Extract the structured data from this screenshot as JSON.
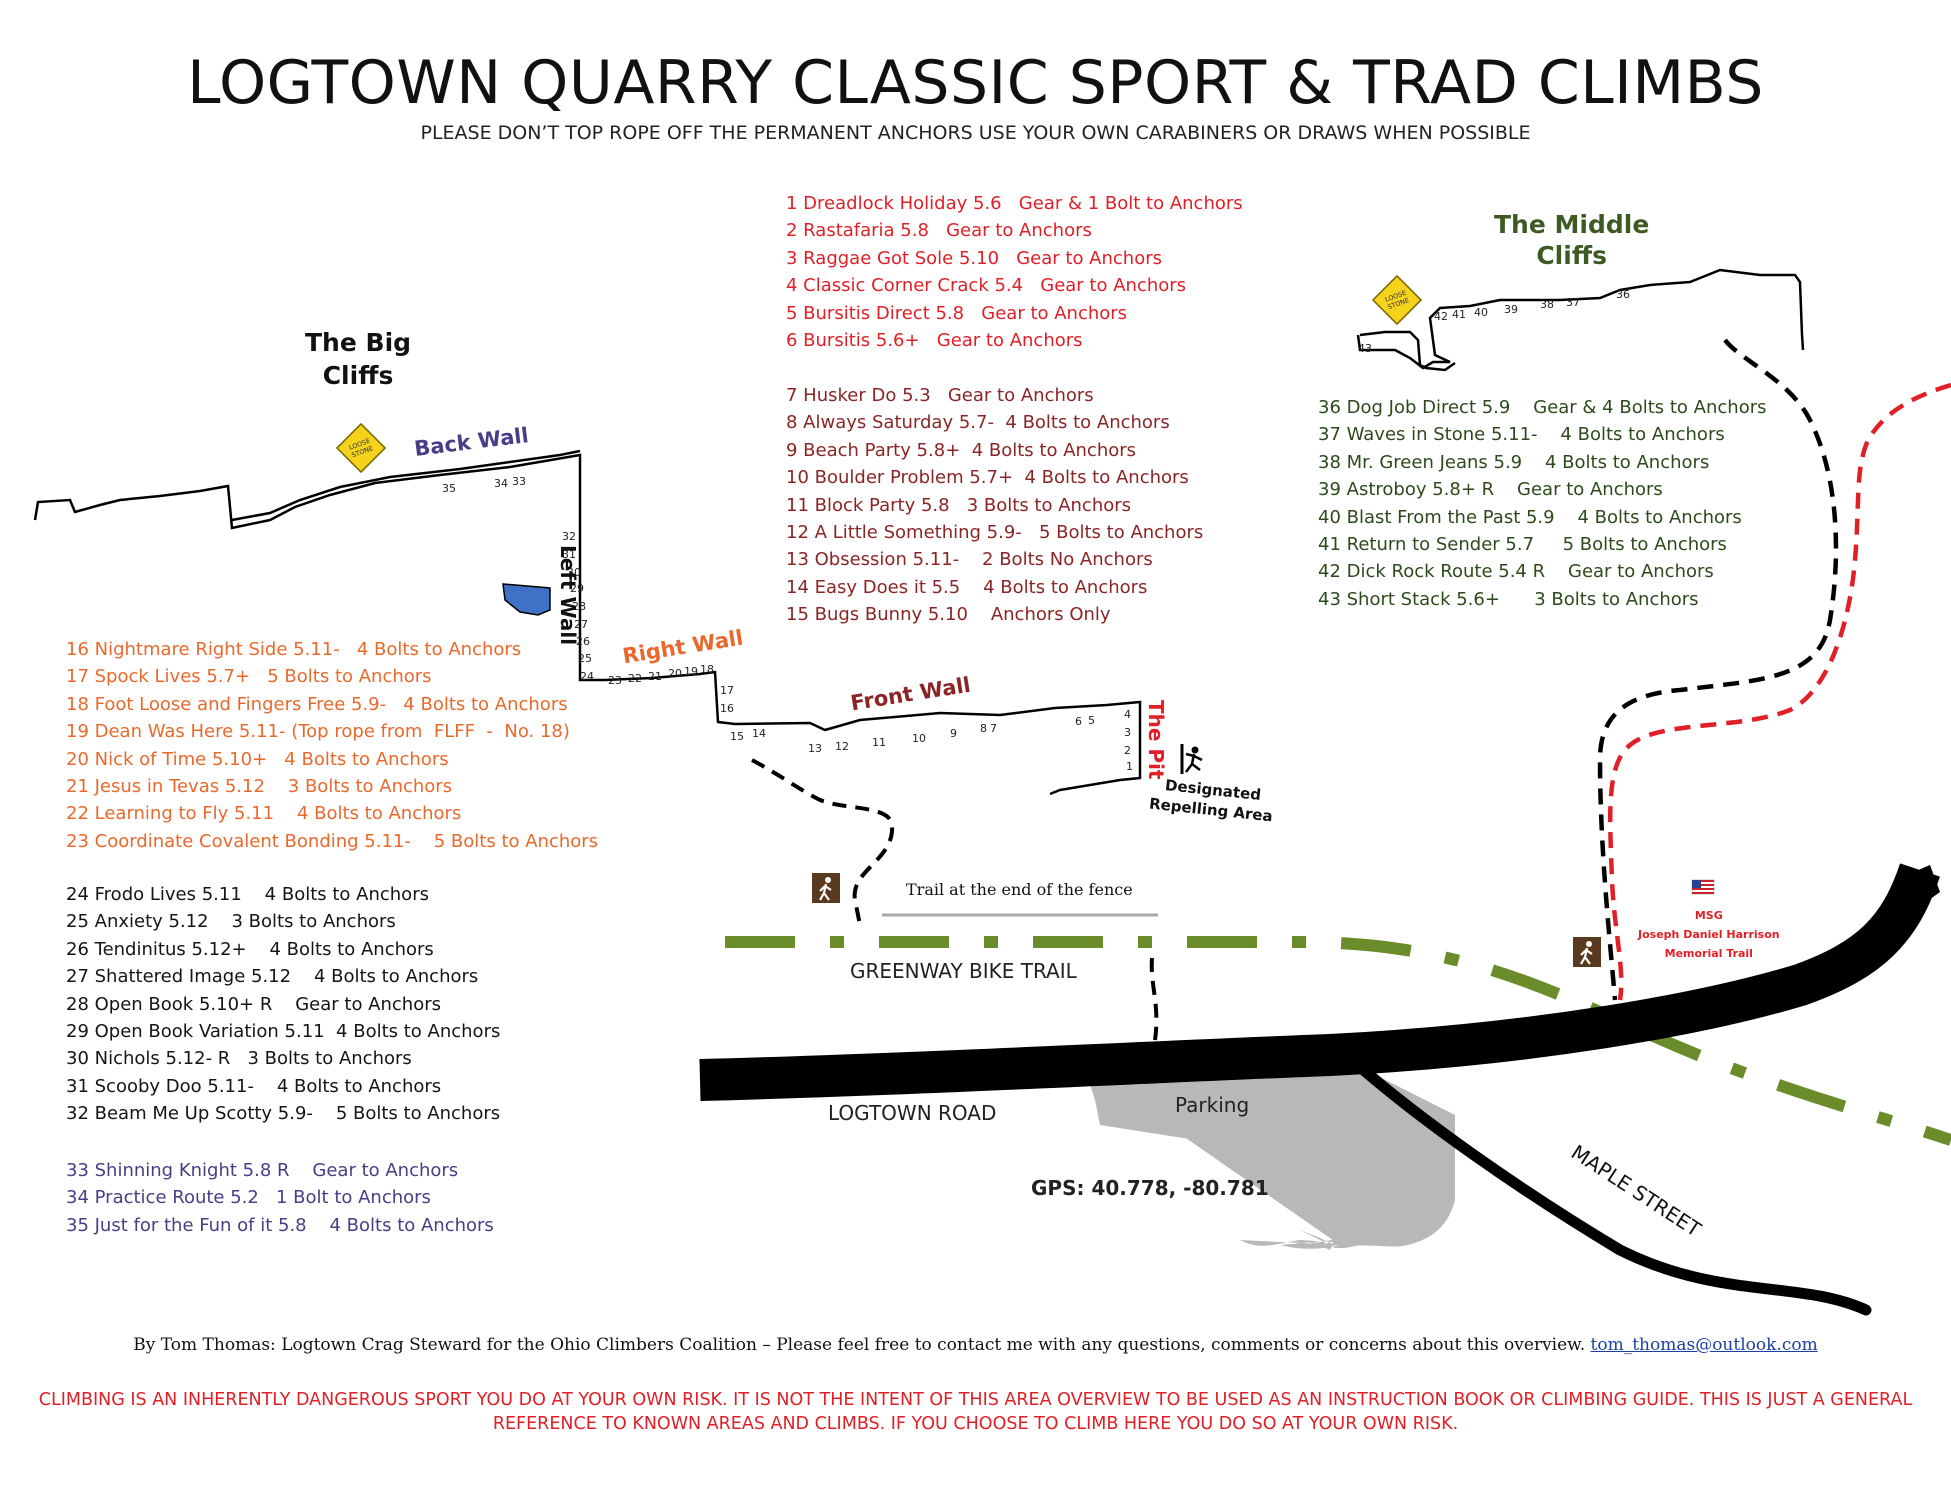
{
  "title": "LOGTOWN QUARRY CLASSIC SPORT & TRAD CLIMBS",
  "subtitle": "PLEASE DON’T TOP ROPE OFF THE PERMANENT ANCHORS USE YOUR OWN CARABINERS OR DRAWS WHEN POSSIBLE",
  "areas": {
    "big_cliffs": "The Big\nCliffs",
    "middle_cliffs": "The Middle\nCliffs",
    "back_wall": "Back Wall",
    "left_wall": "Left Wall",
    "right_wall": "Right Wall",
    "front_wall": "Front Wall",
    "the_pit": "The Pit",
    "rappel_area": "Designated\nRepelling Area",
    "trail_fence": "Trail at the end of the fence",
    "greenway": "GREENWAY BIKE TRAIL",
    "logtown_road": "LOGTOWN ROAD",
    "parking": "Parking",
    "maple_street": "MAPLE STREET",
    "memorial_trail": "MSG\nJoseph Daniel Harrison\nMemorial Trail",
    "gps": "GPS: 40.778, -80.781",
    "loose_stone_sign": "LOOSE\nSTONE"
  },
  "route_numbers": {
    "back": [
      "35",
      "34",
      "33"
    ],
    "left": [
      "32",
      "31",
      "30",
      "29",
      "28",
      "27",
      "26",
      "25",
      "24"
    ],
    "right": [
      "23",
      "22",
      "21",
      "20",
      "19",
      "18"
    ],
    "corner": [
      "17",
      "16"
    ],
    "front": [
      "15",
      "14",
      "13",
      "12",
      "11",
      "10",
      "9",
      "8",
      "7",
      "6",
      "5"
    ],
    "pit": [
      "4",
      "3",
      "2",
      "1"
    ],
    "middle": [
      "43",
      "42",
      "41",
      "40",
      "39",
      "38",
      "37",
      "36"
    ]
  },
  "routes_red": [
    "1 Dreadlock Holiday 5.6   Gear & 1 Bolt to Anchors",
    "2 Rastafaria 5.8   Gear to Anchors",
    "3 Raggae Got Sole 5.10   Gear to Anchors",
    "4 Classic Corner Crack 5.4   Gear to Anchors",
    "5 Bursitis Direct 5.8   Gear to Anchors",
    "6 Bursitis 5.6+   Gear to Anchors"
  ],
  "routes_front": [
    "7 Husker Do 5.3   Gear to Anchors",
    "8 Always Saturday 5.7-  4 Bolts to Anchors",
    "9 Beach Party 5.8+  4 Bolts to Anchors",
    "10 Boulder Problem 5.7+  4 Bolts to Anchors",
    "11 Block Party 5.8   3 Bolts to Anchors",
    "12 A Little Something 5.9-   5 Bolts to Anchors",
    "13 Obsession 5.11-    2 Bolts No Anchors",
    "14 Easy Does it 5.5    4 Bolts to Anchors",
    "15 Bugs Bunny 5.10    Anchors Only"
  ],
  "routes_right_wall": [
    "16 Nightmare Right Side 5.11-   4 Bolts to Anchors",
    "17 Spock Lives 5.7+   5 Bolts to Anchors",
    "18 Foot Loose and Fingers Free 5.9-   4 Bolts to Anchors",
    "19 Dean Was Here 5.11- (Top rope from  FLFF  -  No. 18)",
    "20 Nick of Time 5.10+   4 Bolts to Anchors",
    "21 Jesus in Tevas 5.12    3 Bolts to Anchors",
    "22 Learning to Fly 5.11    4 Bolts to Anchors",
    "23 Coordinate Covalent Bonding 5.11-    5 Bolts to Anchors"
  ],
  "routes_left_wall": [
    "24 Frodo Lives 5.11    4 Bolts to Anchors",
    "25 Anxiety 5.12    3 Bolts to Anchors",
    "26 Tendinitus 5.12+    4 Bolts to Anchors",
    "27 Shattered Image 5.12    4 Bolts to Anchors",
    "28 Open Book 5.10+ R    Gear to Anchors",
    "29 Open Book Variation 5.11  4 Bolts to Anchors",
    "30 Nichols 5.12- R   3 Bolts to Anchors",
    "31 Scooby Doo 5.11-    4 Bolts to Anchors",
    "32 Beam Me Up Scotty 5.9-    5 Bolts to Anchors"
  ],
  "routes_back_wall": [
    "33 Shinning Knight 5.8 R    Gear to Anchors",
    "34 Practice Route 5.2   1 Bolt to Anchors",
    "35 Just for the Fun of it 5.8    4 Bolts to Anchors"
  ],
  "routes_middle": [
    "36 Dog Job Direct 5.9    Gear & 4 Bolts to Anchors",
    "37 Waves in Stone 5.11-    4 Bolts to Anchors",
    "38 Mr. Green Jeans 5.9    4 Bolts to Anchors",
    "39 Astroboy 5.8+ R    Gear to Anchors",
    "40 Blast From the Past 5.9    4 Bolts to Anchors",
    "41 Return to Sender 5.7     5 Bolts to Anchors",
    "42 Dick Rock Route 5.4 R    Gear to Anchors",
    "43 Short Stack 5.6+      3 Bolts to Anchors"
  ],
  "footer": {
    "credit": "By Tom Thomas: Logtown Crag Steward for the Ohio Climbers Coalition – Please feel free to contact me with any questions, comments or concerns about this overview.",
    "email": "tom_thomas@outlook.com",
    "disclaimer": "CLIMBING IS AN INHERENTLY DANGEROUS SPORT YOU DO AT YOUR OWN RISK. IT IS NOT THE INTENT OF THIS AREA OVERVIEW TO BE USED AS AN INSTRUCTION BOOK OR CLIMBING GUIDE. THIS IS JUST A GENERAL REFERENCE TO KNOWN AREAS AND CLIMBS. IF YOU CHOOSE TO CLIMB HERE YOU DO SO AT YOUR OWN RISK."
  },
  "colors": {
    "red_routes": "#e01f26",
    "orange_routes": "#e9692c",
    "purple_routes": "#4a3c86",
    "greenway": "#6b8c2a",
    "road": "#000000",
    "parking": "#b8b8b8",
    "pond": "#3f72c6",
    "sign": "#f5d21c"
  }
}
